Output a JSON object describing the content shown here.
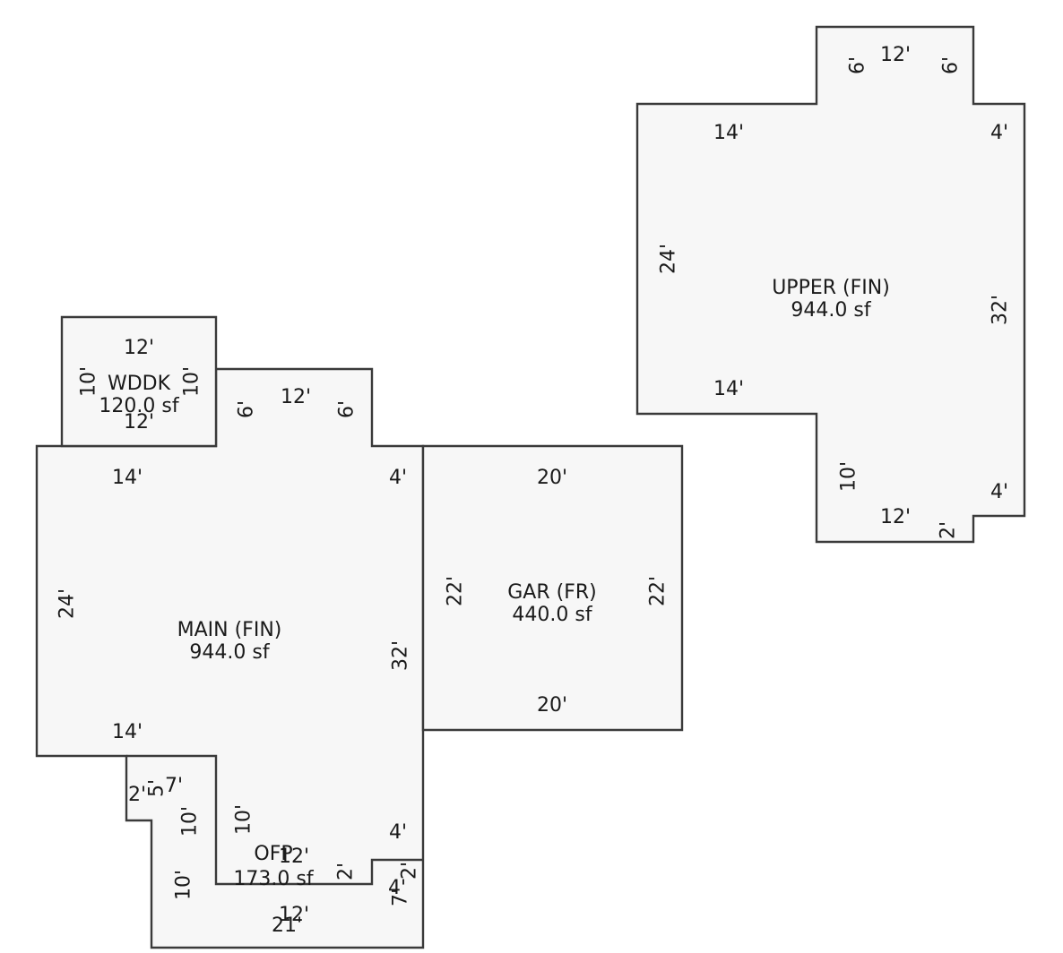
{
  "sketch": {
    "areas": {
      "upper": {
        "name": "UPPER (FIN)",
        "area": "944.0 sf"
      },
      "main": {
        "name": "MAIN (FIN)",
        "area": "944.0 sf"
      },
      "garage": {
        "name": "GAR (FR)",
        "area": "440.0 sf"
      },
      "wddk": {
        "name": "WDDK",
        "area": "120.0 sf"
      },
      "ofp": {
        "name": "OFP",
        "area": "173.0 sf"
      }
    },
    "dimensions": {
      "upper": {
        "top_bump": "12'",
        "bump_left": "6'",
        "bump_right": "6'",
        "top_left": "14'",
        "top_right": "4'",
        "left": "24'",
        "right": "32'",
        "bottom_left": "14'",
        "lower_left": "10'",
        "bottom": "12'",
        "lower_right": "4'",
        "bottom_step": "2'"
      },
      "wddk": {
        "top": "12'",
        "left": "10'",
        "right": "10'",
        "bottom": "12'"
      },
      "main": {
        "top_bump": "12'",
        "bump_left": "6'",
        "bump_right": "6'",
        "top_left": "14'",
        "top_right": "4'",
        "left": "24'",
        "right": "32'",
        "bottom_left": "14'",
        "step_2": "2'",
        "step_5": "5'",
        "step_7": "7'",
        "lower_left_a": "10'",
        "lower_left_b": "10'",
        "lower_right": "4'",
        "notch_7": "7'",
        "notch_4": "4'",
        "notch_2": "2'",
        "bottom": "21'"
      },
      "garage": {
        "top": "20'",
        "left": "22'",
        "right": "22'",
        "bottom": "20'"
      },
      "ofp": {
        "top": "12'",
        "left": "10'",
        "right": "2'",
        "bottom": "12'"
      }
    }
  }
}
